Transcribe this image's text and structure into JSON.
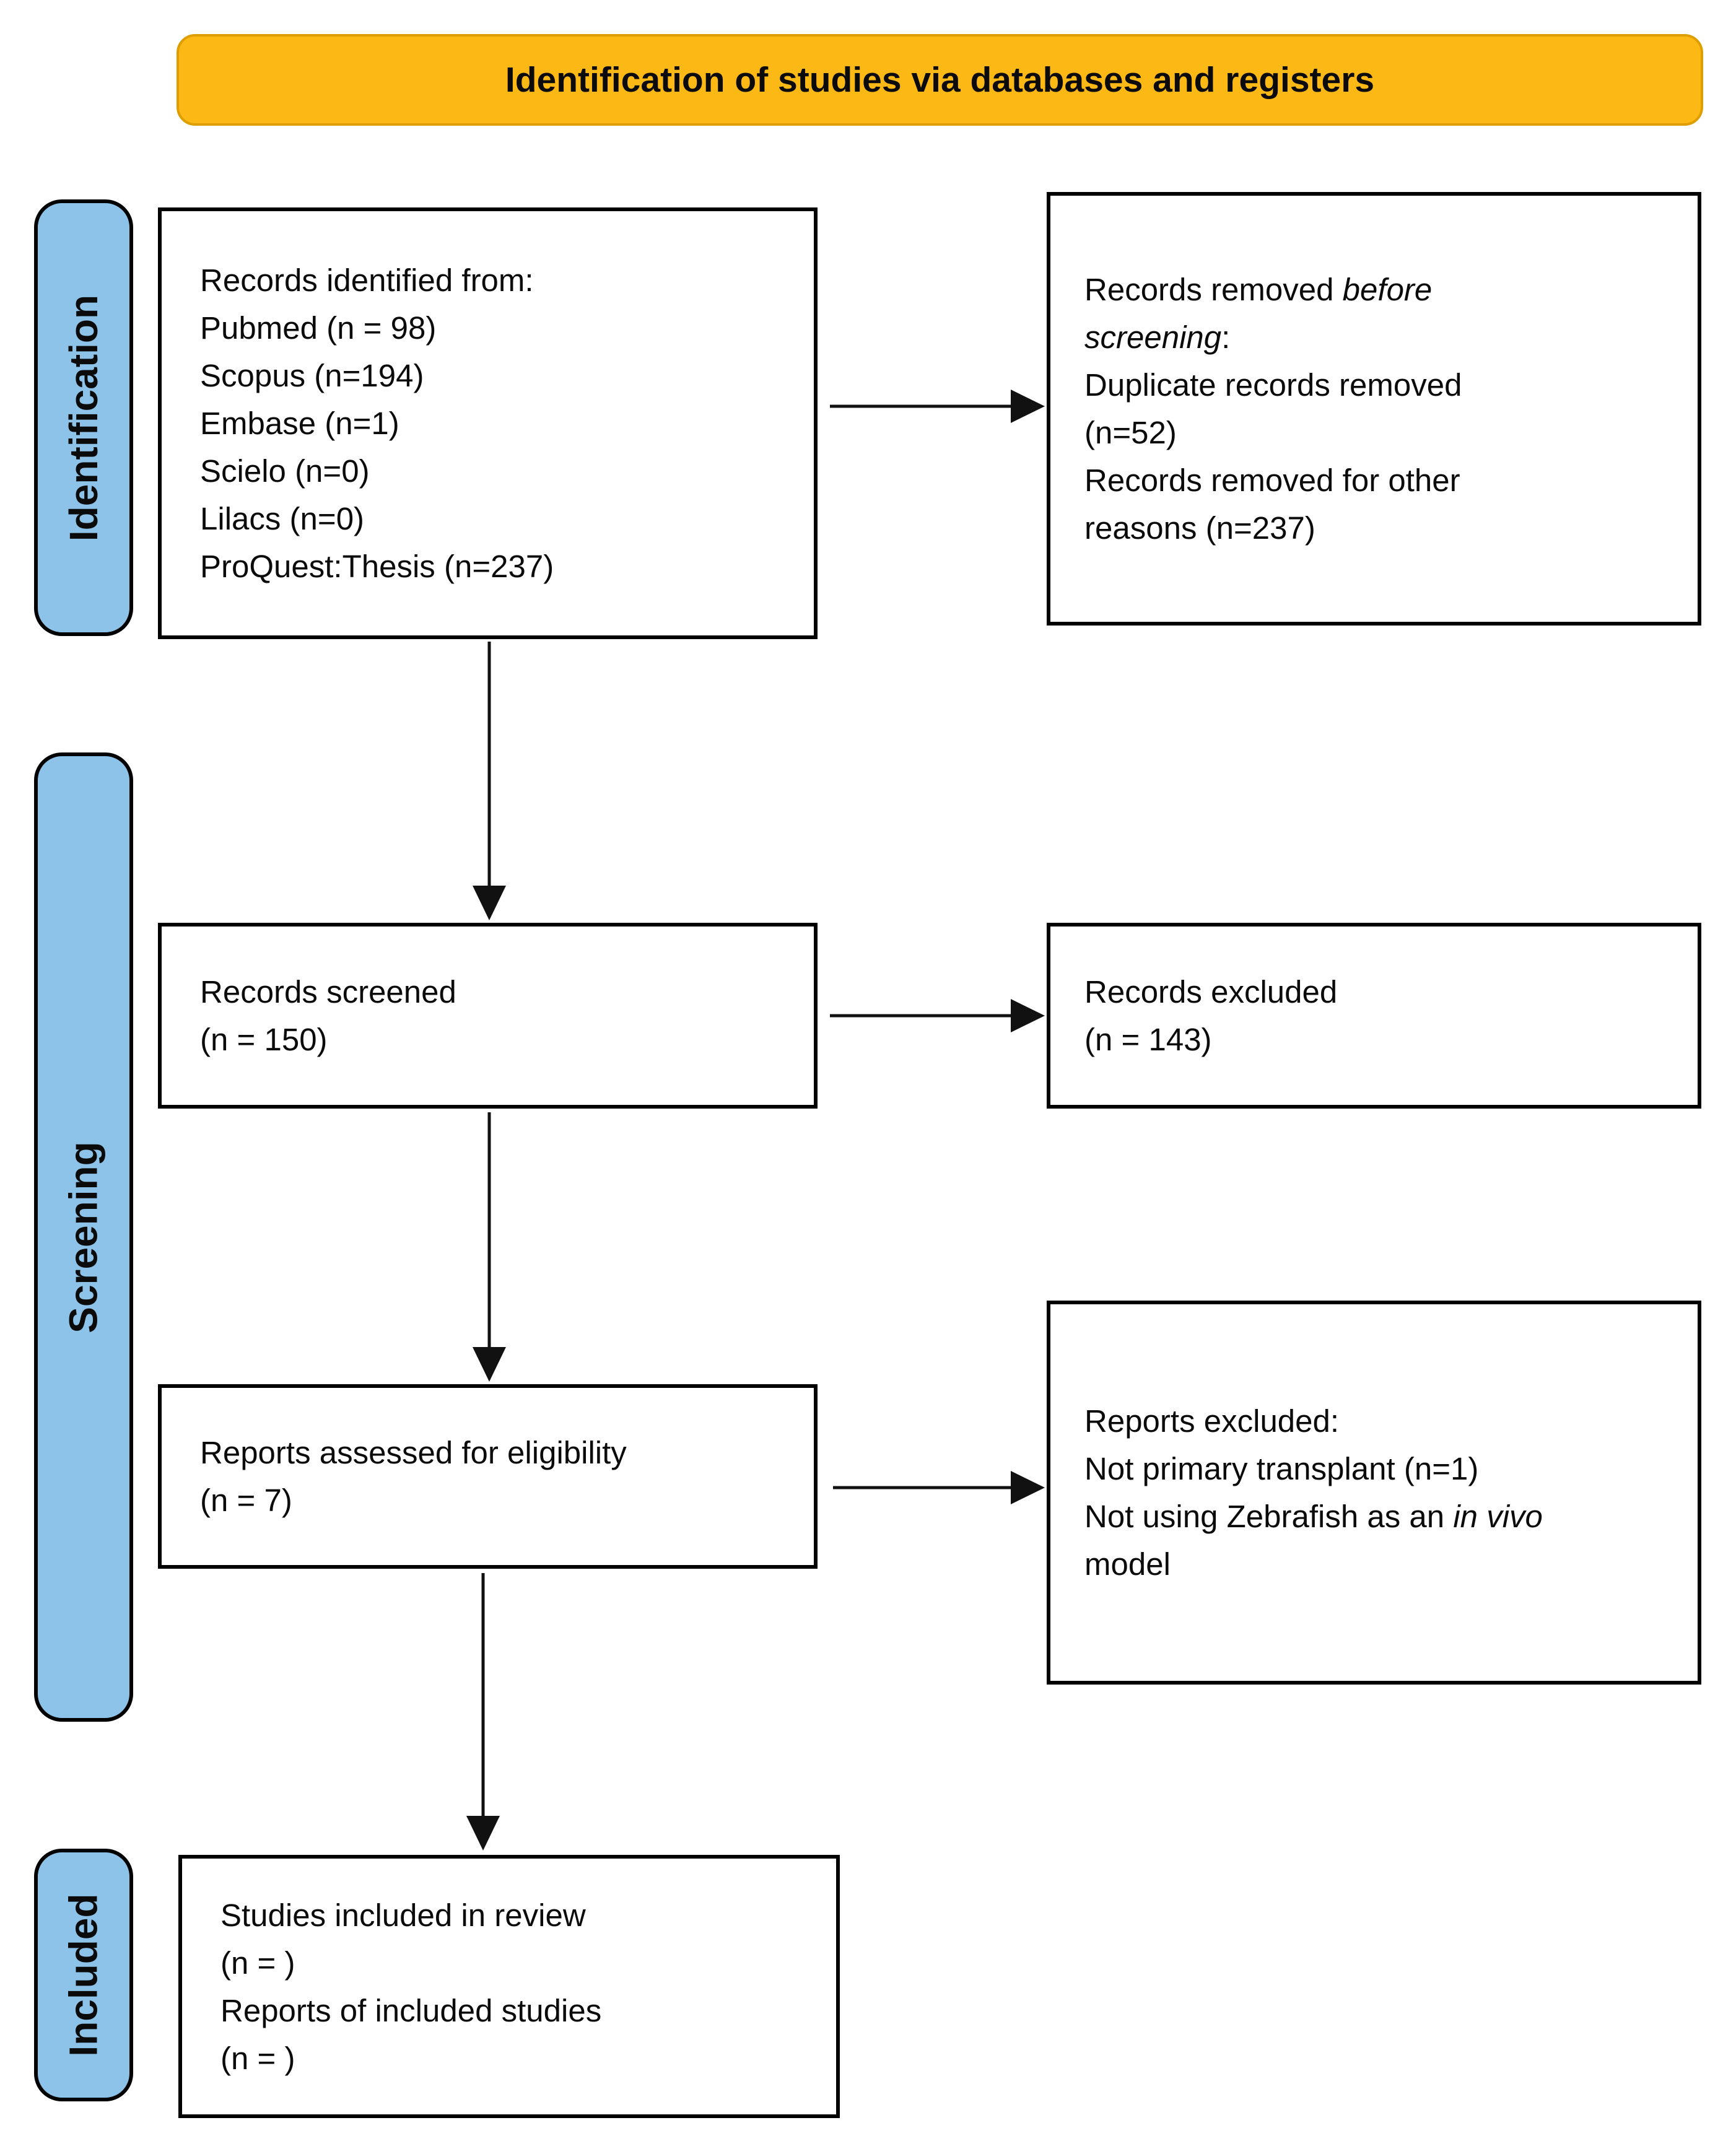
{
  "banner": {
    "title": "Identification of studies via databases and registers"
  },
  "stage_tabs": [
    {
      "id": "identification",
      "label": "Identification"
    },
    {
      "id": "screening",
      "label": "Screening"
    },
    {
      "id": "included",
      "label": "Included"
    }
  ],
  "boxes": {
    "records_identified": {
      "lines": [
        [
          {
            "text": "Records identified from:"
          }
        ],
        [
          {
            "text": "Pubmed (n = 98)"
          }
        ],
        [
          {
            "text": "Scopus (n=194)"
          }
        ],
        [
          {
            "text": "Embase (n=1)"
          }
        ],
        [
          {
            "text": "Scielo (n=0)"
          }
        ],
        [
          {
            "text": "Lilacs (n=0)"
          }
        ],
        [
          {
            "text": "ProQuest:Thesis (n=237)"
          }
        ]
      ]
    },
    "records_removed": {
      "lines": [
        [
          {
            "text": "Records removed "
          },
          {
            "text": "before",
            "italic": true
          }
        ],
        [
          {
            "text": "screening",
            "italic": true
          },
          {
            "text": ":"
          }
        ],
        [
          {
            "text": "Duplicate records removed"
          }
        ],
        [
          {
            "text": "(n=52)"
          }
        ],
        [
          {
            "text": "Records removed for other"
          }
        ],
        [
          {
            "text": "reasons (n=237)"
          }
        ]
      ]
    },
    "records_screened": {
      "lines": [
        [
          {
            "text": "Records screened"
          }
        ],
        [
          {
            "text": "(n = 150)"
          }
        ]
      ]
    },
    "records_excluded": {
      "lines": [
        [
          {
            "text": "Records excluded"
          }
        ],
        [
          {
            "text": "(n = 143)"
          }
        ]
      ]
    },
    "reports_assessed": {
      "lines": [
        [
          {
            "text": "Reports assessed for eligibility"
          }
        ],
        [
          {
            "text": "(n = 7)"
          }
        ]
      ]
    },
    "reports_excluded": {
      "lines": [
        [
          {
            "text": "Reports excluded:"
          }
        ],
        [
          {
            "text": "Not primary transplant (n=1)"
          }
        ],
        [
          {
            "text": "Not using Zebrafish as an "
          },
          {
            "text": "in vivo",
            "italic": true
          }
        ],
        [
          {
            "text": "model"
          }
        ]
      ]
    },
    "studies_included": {
      "lines": [
        [
          {
            "text": "Studies included in review"
          }
        ],
        [
          {
            "text": "(n = )"
          }
        ],
        [
          {
            "text": "Reports of included studies"
          }
        ],
        [
          {
            "text": "(n = )"
          }
        ]
      ]
    }
  },
  "colors": {
    "banner_fill": "#FCB814",
    "banner_border": "#DE9E00",
    "stage_fill": "#8DC3E8",
    "stage_border": "#000000",
    "box_border": "#000000",
    "arrow": "#111111",
    "text": "#0B0B0B"
  }
}
